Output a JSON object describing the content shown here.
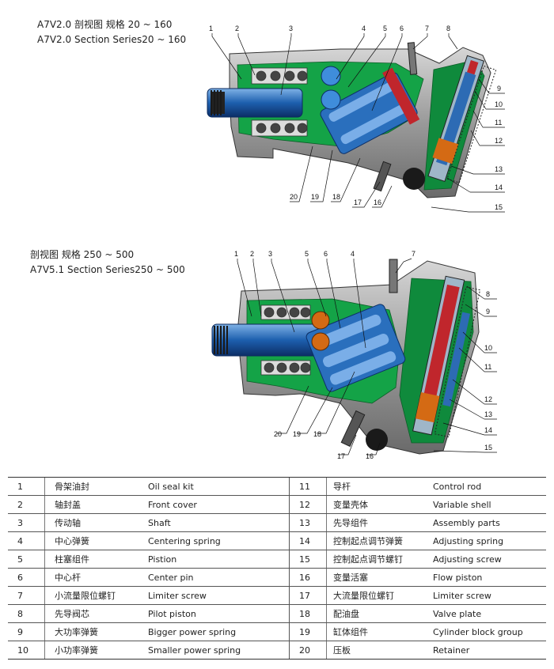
{
  "captions": {
    "top_line1": "A7V2.0 剖视图 规格 20 ~ 160",
    "top_line2": "A7V2.0 Section Series20 ~ 160",
    "bottom_line1": "剖视图 规格 250 ~ 500",
    "bottom_line2": "A7V5.1 Section Series250 ~ 500"
  },
  "callouts_top": [
    "1",
    "2",
    "3",
    "4",
    "5",
    "6",
    "7",
    "8",
    "9",
    "10",
    "11",
    "12",
    "13",
    "14",
    "15",
    "16",
    "17",
    "18",
    "19",
    "20"
  ],
  "callouts_bottom": [
    "1",
    "2",
    "3",
    "5",
    "6",
    "4",
    "7",
    "8",
    "9",
    "10",
    "11",
    "12",
    "13",
    "14",
    "15",
    "16",
    "17",
    "18",
    "19",
    "20"
  ],
  "parts": [
    {
      "left": {
        "no": "1",
        "zh": "骨架油封",
        "en": "Oil seal kit"
      },
      "right": {
        "no": "11",
        "zh": "导杆",
        "en": "Control rod"
      }
    },
    {
      "left": {
        "no": "2",
        "zh": "轴封盖",
        "en": "Front cover"
      },
      "right": {
        "no": "12",
        "zh": "变量壳体",
        "en": "Variable shell"
      }
    },
    {
      "left": {
        "no": "3",
        "zh": "传动轴",
        "en": "Shaft"
      },
      "right": {
        "no": "13",
        "zh": "先导组件",
        "en": "Assembly parts"
      }
    },
    {
      "left": {
        "no": "4",
        "zh": "中心弹簧",
        "en": "Centering spring"
      },
      "right": {
        "no": "14",
        "zh": "控制起点调节弹簧",
        "en": "Adjusting spring"
      }
    },
    {
      "left": {
        "no": "5",
        "zh": "柱塞组件",
        "en": "Pistion"
      },
      "right": {
        "no": "15",
        "zh": "控制起点调节螺钉",
        "en": "Adjusting screw"
      }
    },
    {
      "left": {
        "no": "6",
        "zh": "中心杆",
        "en": "Center pin"
      },
      "right": {
        "no": "16",
        "zh": "变量活塞",
        "en": "Flow piston"
      }
    },
    {
      "left": {
        "no": "7",
        "zh": "小流量限位螺钉",
        "en": "Limiter screw"
      },
      "right": {
        "no": "17",
        "zh": "大流量限位螺钉",
        "en": "Limiter screw"
      }
    },
    {
      "left": {
        "no": "8",
        "zh": "先导阀芯",
        "en": "Pilot piston"
      },
      "right": {
        "no": "18",
        "zh": "配油盘",
        "en": "Valve plate"
      }
    },
    {
      "left": {
        "no": "9",
        "zh": "大功率弹簧",
        "en": "Bigger power spring"
      },
      "right": {
        "no": "19",
        "zh": "缸体组件",
        "en": "Cylinder block group"
      }
    },
    {
      "left": {
        "no": "10",
        "zh": "小功率弹簧",
        "en": "Smaller power spring"
      },
      "right": {
        "no": "20",
        "zh": "压板",
        "en": "Retainer"
      }
    }
  ]
}
